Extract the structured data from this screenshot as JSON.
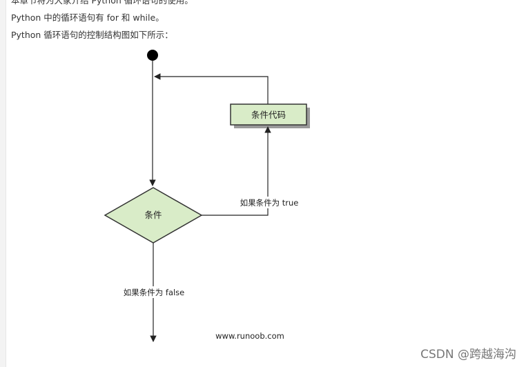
{
  "text": {
    "line0": "本章节将为大家介绍 Python 循环语句的使用。",
    "line1": "Python 中的循环语句有 for 和 while。",
    "line2": "Python 循环语句的控制结构图如下所示："
  },
  "diagram": {
    "code_box_label": "条件代码",
    "condition_label": "条件",
    "true_label": "如果条件为 true",
    "false_label": "如果条件为 false",
    "source": "www.runoob.com",
    "colors": {
      "node_fill": "#d9ecc8",
      "node_stroke": "#333333",
      "line": "#222222",
      "shadow": "#9a9a9a"
    }
  },
  "watermark": "CSDN @跨越海沟"
}
